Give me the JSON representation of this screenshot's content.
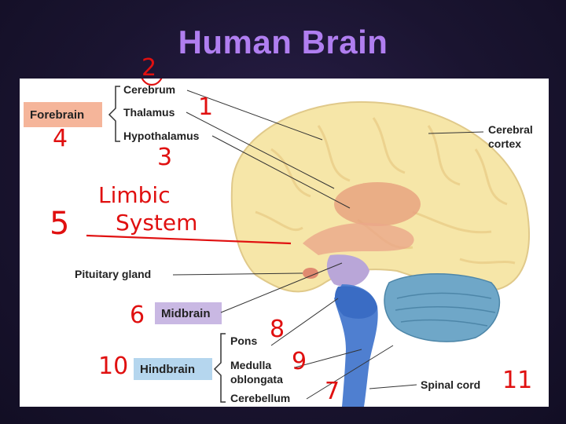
{
  "slide": {
    "title": "Human Brain"
  },
  "labels": {
    "cerebrum": "Cerebrum",
    "thalamus": "Thalamus",
    "hypothalamus": "Hypothalamus",
    "cerebral_cortex": "Cerebral\ncortex",
    "pituitary_gland": "Pituitary gland",
    "pons": "Pons",
    "medulla_oblongata": "Medulla\noblongata",
    "cerebellum": "Cerebellum",
    "spinal_cord": "Spinal cord"
  },
  "regions": {
    "forebrain": "Forebrain",
    "midbrain": "Midbrain",
    "hindbrain": "Hindbrain"
  },
  "annotations": {
    "n1": "1",
    "n2": "2",
    "n3": "3",
    "n4": "4",
    "n5": "5",
    "n6": "6",
    "n7": "7",
    "n8": "8",
    "n9": "9",
    "n10": "10",
    "n11": "11",
    "limbic": "Limbic",
    "system": "System"
  },
  "colors": {
    "title": "#b07ef0",
    "forebrain_box": "#f5b59a",
    "midbrain_box": "#c9b8e3",
    "hindbrain_box": "#b5d6ee",
    "annotation": "#e01010"
  }
}
